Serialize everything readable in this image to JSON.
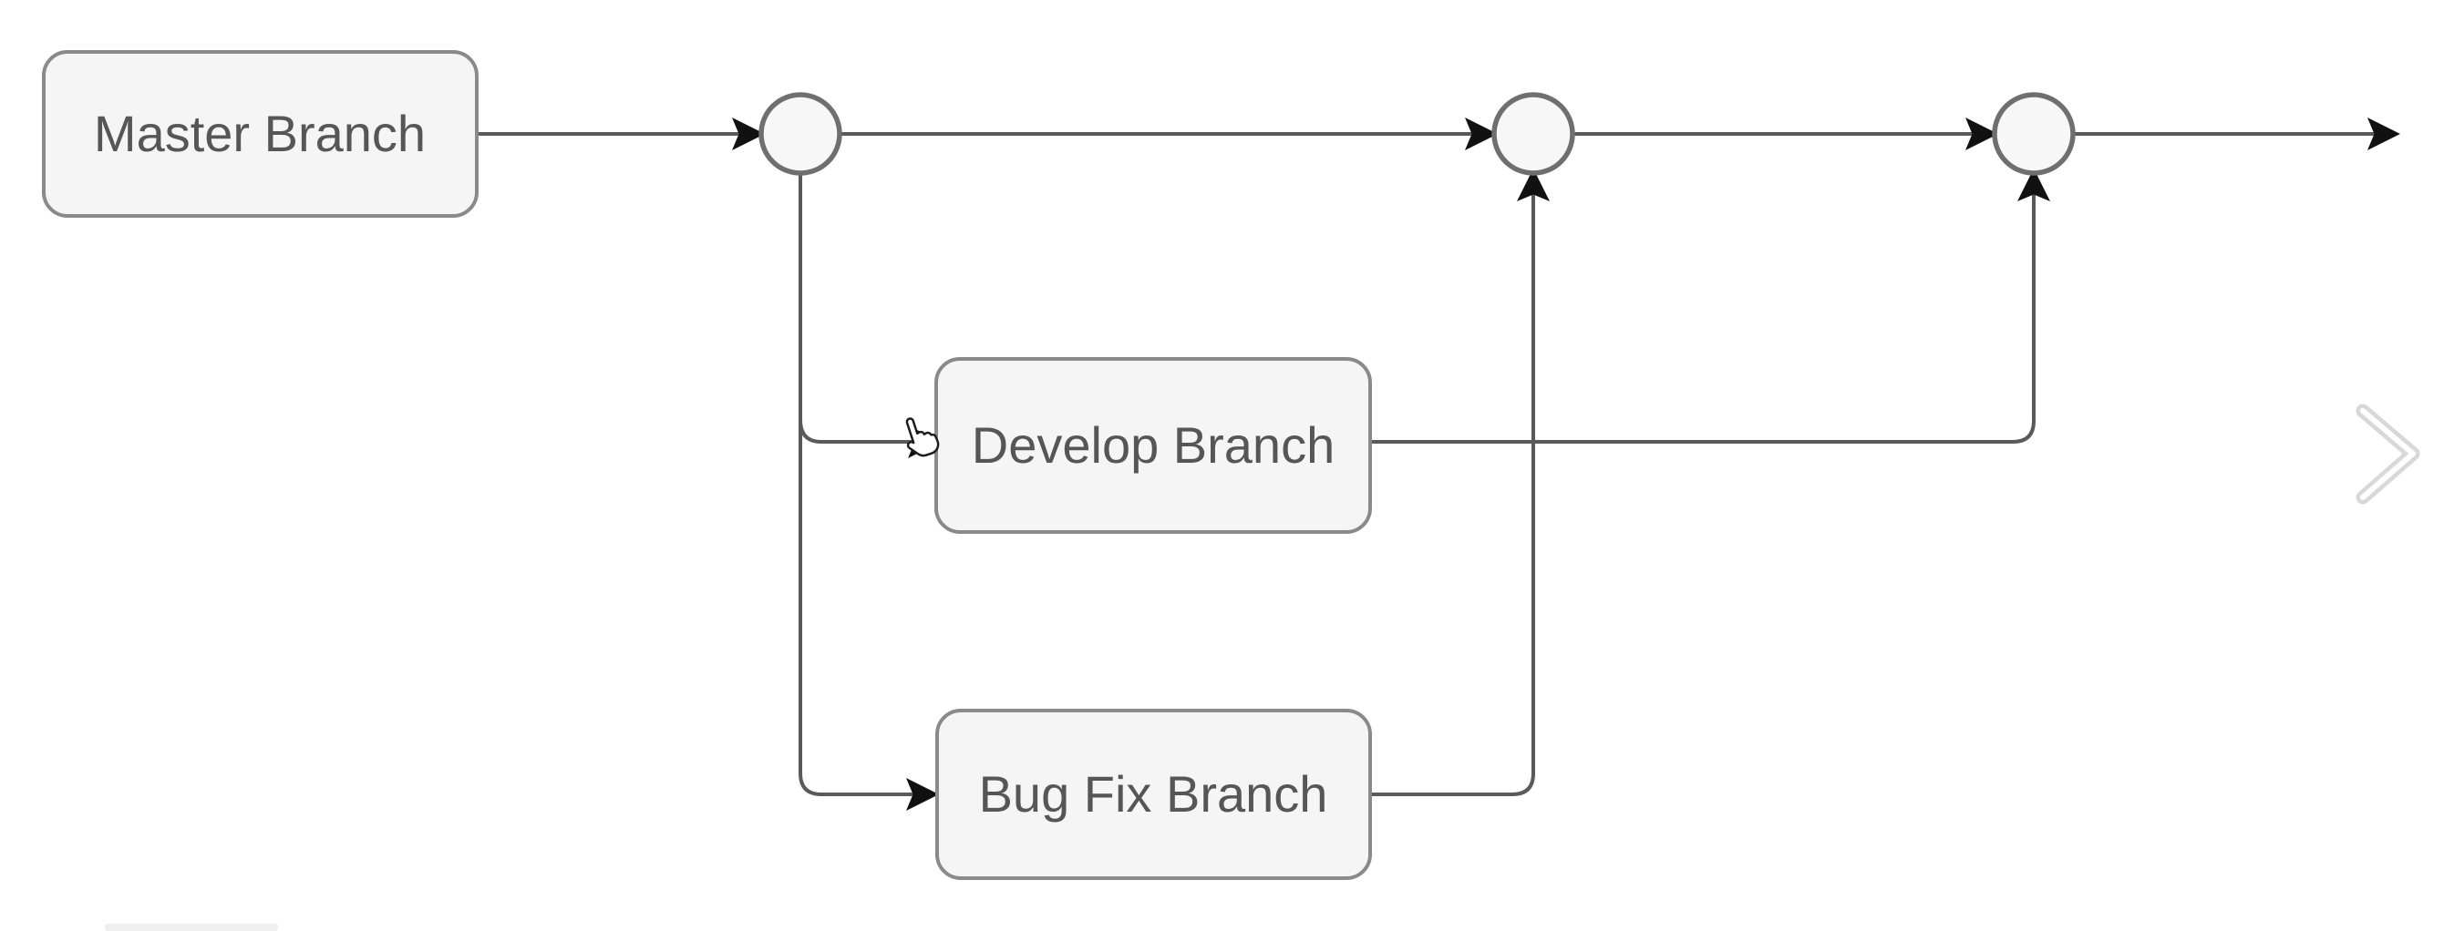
{
  "diagram": {
    "type": "flowchart",
    "description": "Git branching workflow diagram",
    "nodes": [
      {
        "id": "master-branch",
        "label": "Master Branch"
      },
      {
        "id": "develop-branch",
        "label": "Develop Branch"
      },
      {
        "id": "bug-fix-branch",
        "label": "Bug Fix Branch"
      }
    ],
    "commit_points": 3,
    "edges": [
      {
        "from": "master-branch",
        "to": "commit-1",
        "arrow": true
      },
      {
        "from": "commit-1",
        "to": "commit-2",
        "arrow": true
      },
      {
        "from": "commit-2",
        "to": "commit-3",
        "arrow": true
      },
      {
        "from": "commit-3",
        "to": "timeline-end",
        "arrow": true
      },
      {
        "from": "commit-1",
        "to": "develop-branch",
        "arrow": true
      },
      {
        "from": "commit-1",
        "to": "bug-fix-branch",
        "arrow": true
      },
      {
        "from": "develop-branch",
        "to": "commit-3",
        "arrow": true
      },
      {
        "from": "bug-fix-branch",
        "to": "commit-2",
        "arrow": true
      }
    ],
    "colors": {
      "background": "#ffffff",
      "node_fill": "#f5f5f5",
      "node_border": "#8a8a8a",
      "node_text": "#565656",
      "edge_line": "#5a5a5a",
      "arrowhead": "#111111",
      "commit_fill": "#f7f7f7",
      "commit_border": "#6f6f6f",
      "chevron": "#d8d8d8"
    }
  },
  "cursor": {
    "type": "hand-pointer"
  },
  "carousel": {
    "next_icon": "chevron-right"
  }
}
